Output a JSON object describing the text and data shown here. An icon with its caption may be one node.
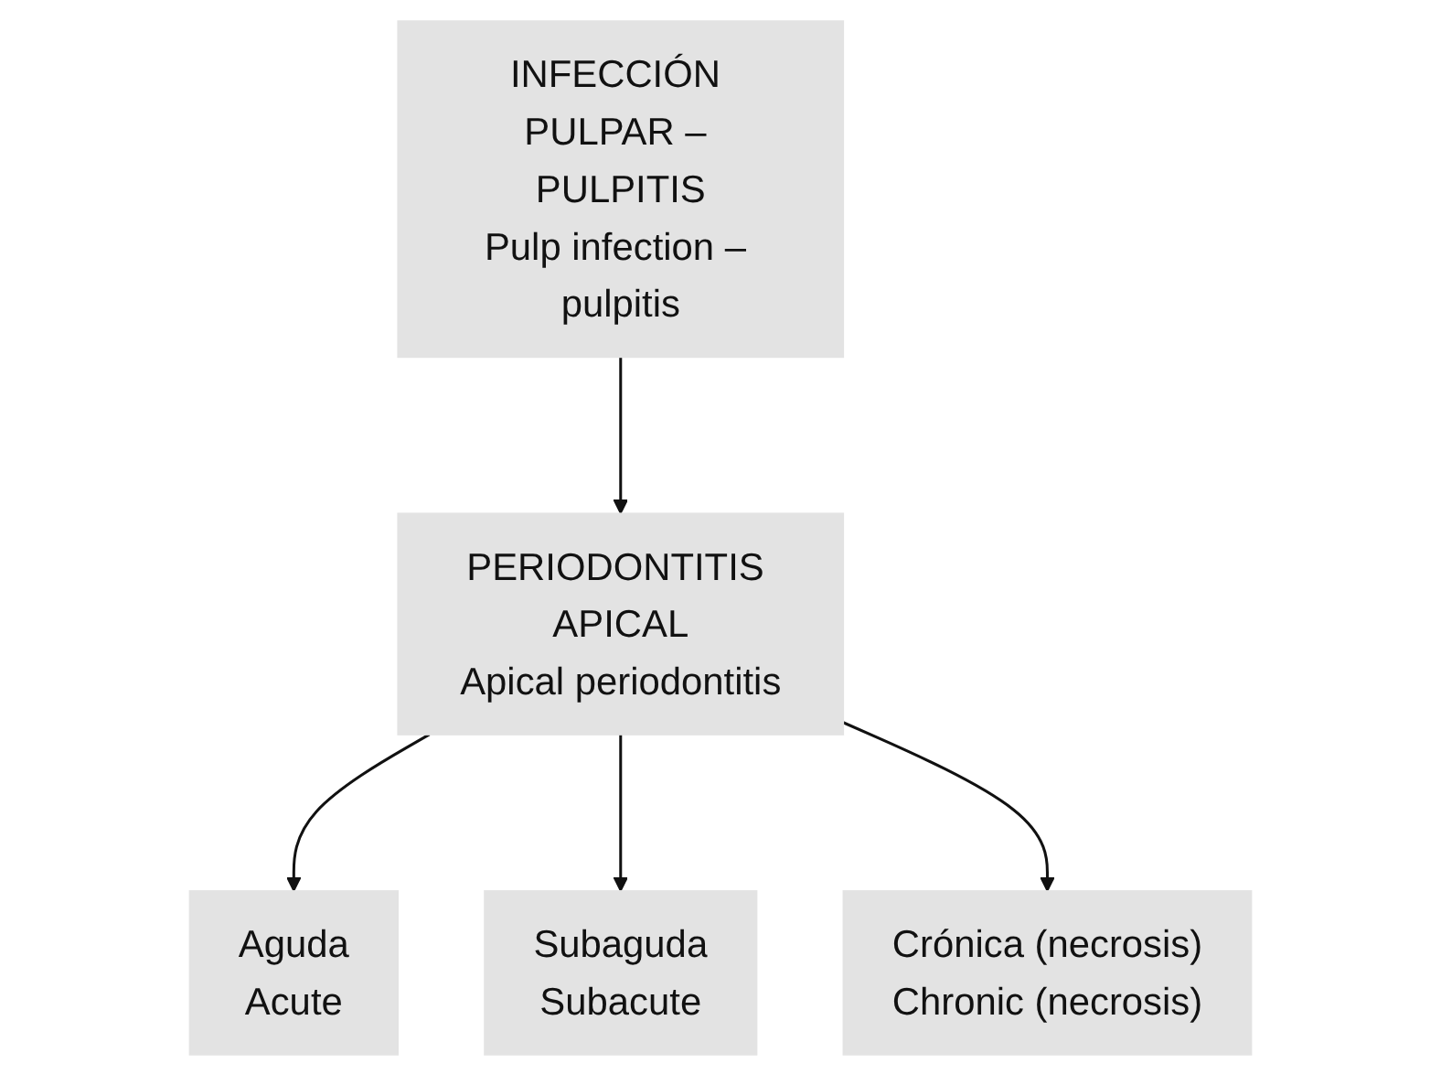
{
  "diagram": {
    "nodes": [
      {
        "text": [
          "INFECCIÓN PULPAR – PULPITIS",
          "Pulp infection – pulpitis"
        ]
      },
      {
        "text": [
          "PERIODONTITIS APICAL",
          "Apical periodontitis"
        ]
      },
      {
        "text": [
          "Aguda",
          "Acute"
        ]
      },
      {
        "text": [
          "Subaguda",
          "Subacute"
        ]
      },
      {
        "text": [
          "Crónica (necrosis)",
          "Chronic (necrosis)"
        ]
      }
    ],
    "edges": [
      {
        "from": 0,
        "to": 1,
        "arrow": "to"
      },
      {
        "from": 1,
        "to": 2,
        "arrow": "to"
      },
      {
        "from": 1,
        "to": 3,
        "arrow": "to"
      },
      {
        "from": 1,
        "to": 4,
        "arrow": "to"
      }
    ]
  }
}
